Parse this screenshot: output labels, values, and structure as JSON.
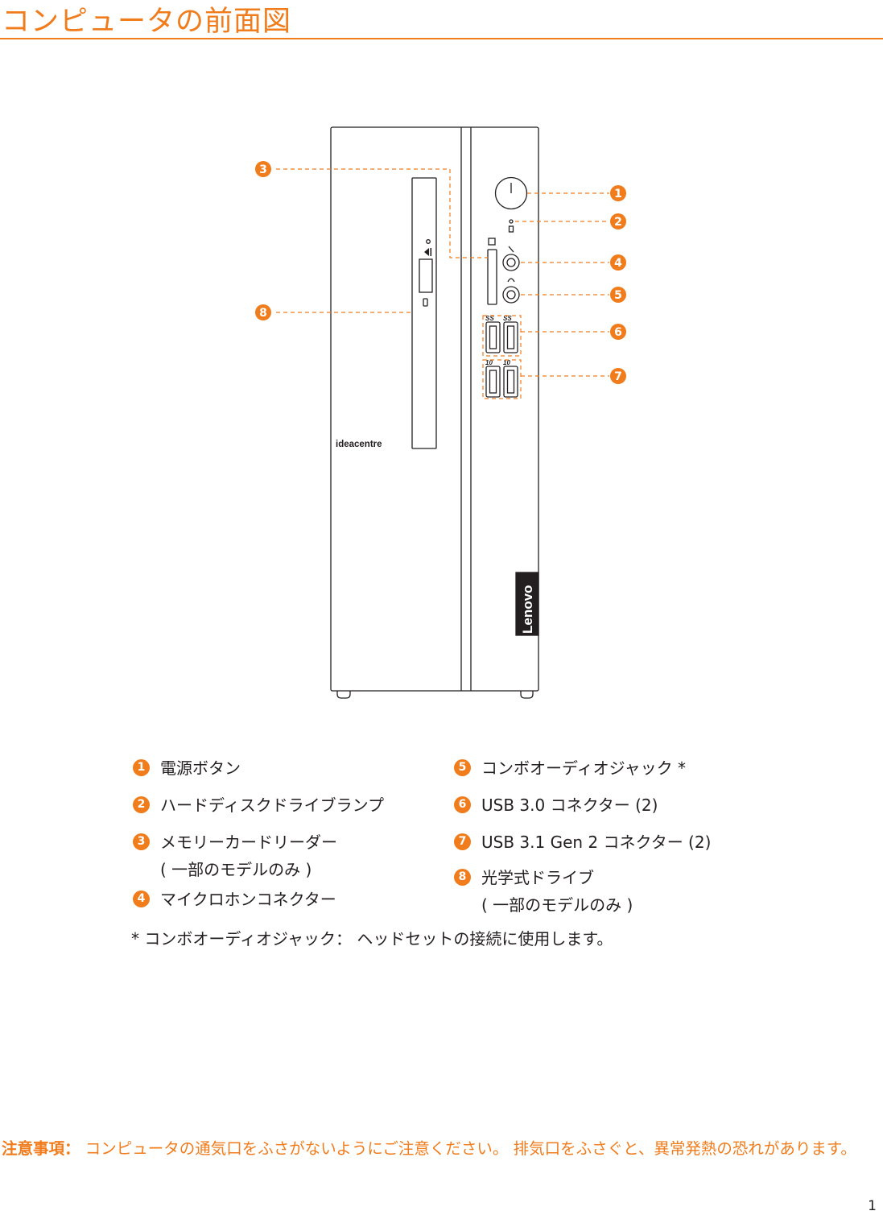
{
  "page": {
    "title": "コンピュータの前面図",
    "page_number": "1"
  },
  "device": {
    "brand_logo": "Lenovo",
    "model_label": "ideacentre",
    "usb30_port_label": "SS",
    "usb31_port_label": "10"
  },
  "callouts": [
    "1",
    "2",
    "3",
    "4",
    "5",
    "6",
    "7",
    "8"
  ],
  "legend": {
    "items": [
      {
        "num": "1",
        "label": "電源ボタン"
      },
      {
        "num": "2",
        "label": "ハードディスクドライブランプ"
      },
      {
        "num": "3",
        "label": "メモリーカードリーダー",
        "sub": "( 一部のモデルのみ )"
      },
      {
        "num": "4",
        "label": "マイクロホンコネクター"
      },
      {
        "num": "5",
        "label": "コンボオーディオジャック *"
      },
      {
        "num": "6",
        "label": "USB 3.0 コネクター (2)"
      },
      {
        "num": "7",
        "label": "USB 3.1 Gen 2 コネクター (2)"
      },
      {
        "num": "8",
        "label": "光学式ドライブ",
        "sub": "( 一部のモデルのみ )"
      }
    ],
    "footnote": "* コンボオーディオジャック： ヘッドセットの接続に使用します。"
  },
  "note": {
    "label": "注意事項：",
    "text": " コンピュータの通気口をふさがないようにご注意ください。 排気口をふさぐと、異常発熱の恐れがあります。"
  },
  "colors": {
    "accent": "#f07c1c",
    "line": "#231f20",
    "background": "#ffffff"
  }
}
